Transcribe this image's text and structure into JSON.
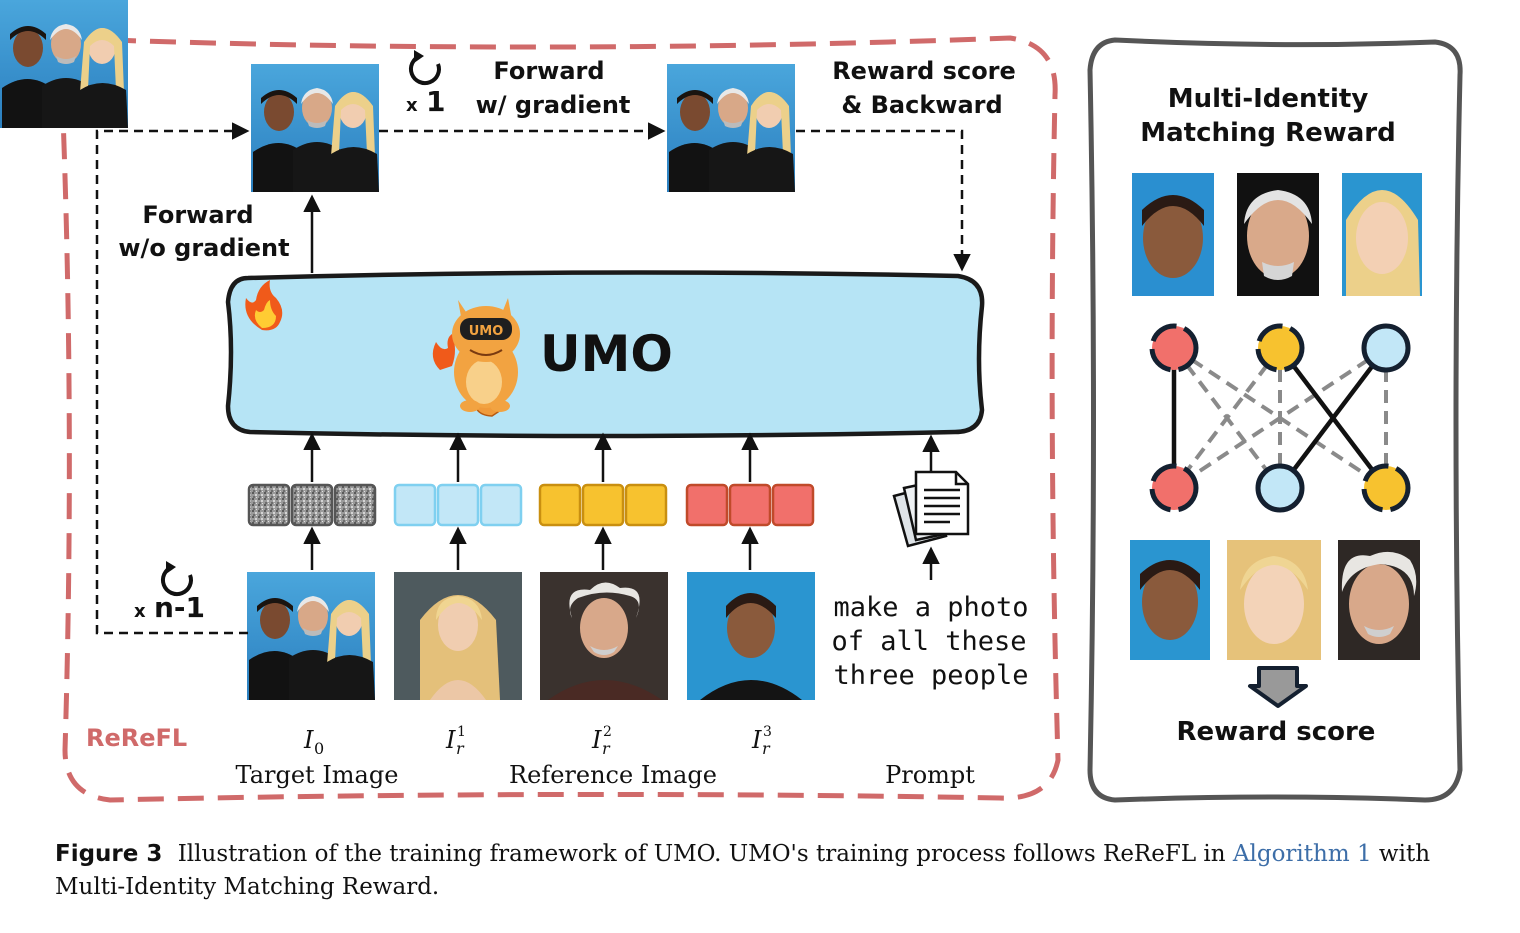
{
  "caption": {
    "figure_label": "Figure 3",
    "text_before": "Illustration of the training framework of UMO. UMO's training process follows ReReFL in",
    "link": "Algorithm 1",
    "text_after": "with Multi-Identity Matching Reward."
  },
  "rerefl": {
    "name": "ReReFL",
    "loop_top": {
      "times": "x",
      "count": "1"
    },
    "loop_bottom": {
      "times": "x",
      "count": "n-1"
    },
    "forward_with_gradient": [
      "Forward",
      "w/ gradient"
    ],
    "forward_without_gradient": [
      "Forward",
      "w/o gradient"
    ],
    "reward_backward": [
      "Reward score",
      "& Backward"
    ],
    "model": "UMO",
    "mascot_badge": "UMO",
    "prompt_text": [
      "make a photo",
      "of all these",
      "three people"
    ],
    "inputs": {
      "target_symbol": "I",
      "target_sub": "0",
      "ref1_sup": "1",
      "ref2_sup": "2",
      "ref3_sup": "3",
      "ref_sub": "r",
      "target_label": "Target Image",
      "reference_label": "Reference Image",
      "prompt_label": "Prompt"
    }
  },
  "reward": {
    "title": [
      "Multi-Identity",
      "Matching Reward"
    ],
    "score_label": "Reward score"
  },
  "colors": {
    "dash_border": "#d06a6a",
    "umo_fill": "#b6e4f5",
    "token_gray": "#8d8d8d",
    "token_blue": "#c2e7f7",
    "token_yellow": "#f7c22f",
    "token_red": "#f1706b",
    "node_red": "#f1706b",
    "node_yellow": "#f7c22f",
    "node_blue": "#c2e7f7"
  }
}
